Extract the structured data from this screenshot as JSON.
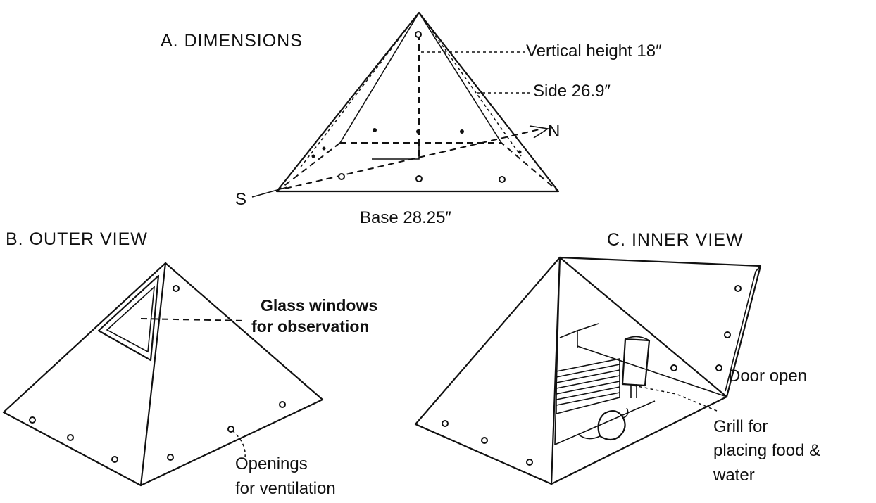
{
  "panels": {
    "dimensions": {
      "heading": "A. DIMENSIONS",
      "vertical_height": "Vertical height 18″",
      "side": "Side 26.9″",
      "base": "Base 28.25″",
      "north": "N",
      "south": "S"
    },
    "outer": {
      "heading": "B. OUTER VIEW",
      "glass_line1": "Glass windows",
      "glass_line2": "for observation",
      "openings_line1": "Openings",
      "openings_line2": "for ventilation"
    },
    "inner": {
      "heading": "C. INNER VIEW",
      "door": "Door open",
      "grill_line1": "Grill for",
      "grill_line2": "placing food &",
      "grill_line3": "water"
    }
  },
  "icons": [
    "north-arrow-icon",
    "rat-figure-icon",
    "water-bottle-icon"
  ]
}
